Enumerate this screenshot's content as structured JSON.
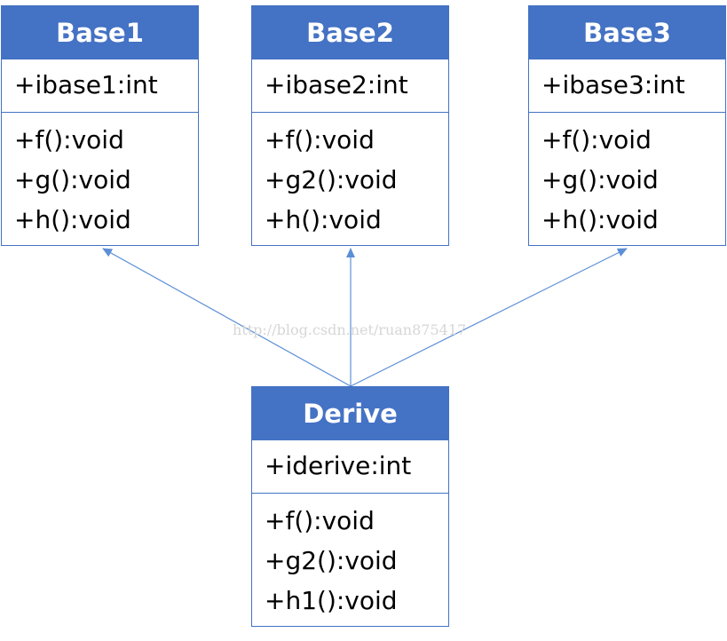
{
  "classes": [
    {
      "name": "Base1",
      "attributes": [
        "+ibase1:int"
      ],
      "methods": [
        "+f():void",
        "+g():void",
        "+h():void"
      ]
    },
    {
      "name": "Base2",
      "attributes": [
        "+ibase2:int"
      ],
      "methods": [
        "+f():void",
        "+g2():void",
        "+h():void"
      ]
    },
    {
      "name": "Base3",
      "attributes": [
        "+ibase3:int"
      ],
      "methods": [
        "+f():void",
        "+g():void",
        "+h():void"
      ]
    },
    {
      "name": "Derive",
      "attributes": [
        "+iderive:int"
      ],
      "methods": [
        "+f():void",
        "+g2():void",
        "+h1():void"
      ]
    }
  ],
  "watermark": "http://blog.csdn.net/ruan875417",
  "colors": {
    "header": "#4472c4",
    "arrow": "#5b8fd6"
  }
}
